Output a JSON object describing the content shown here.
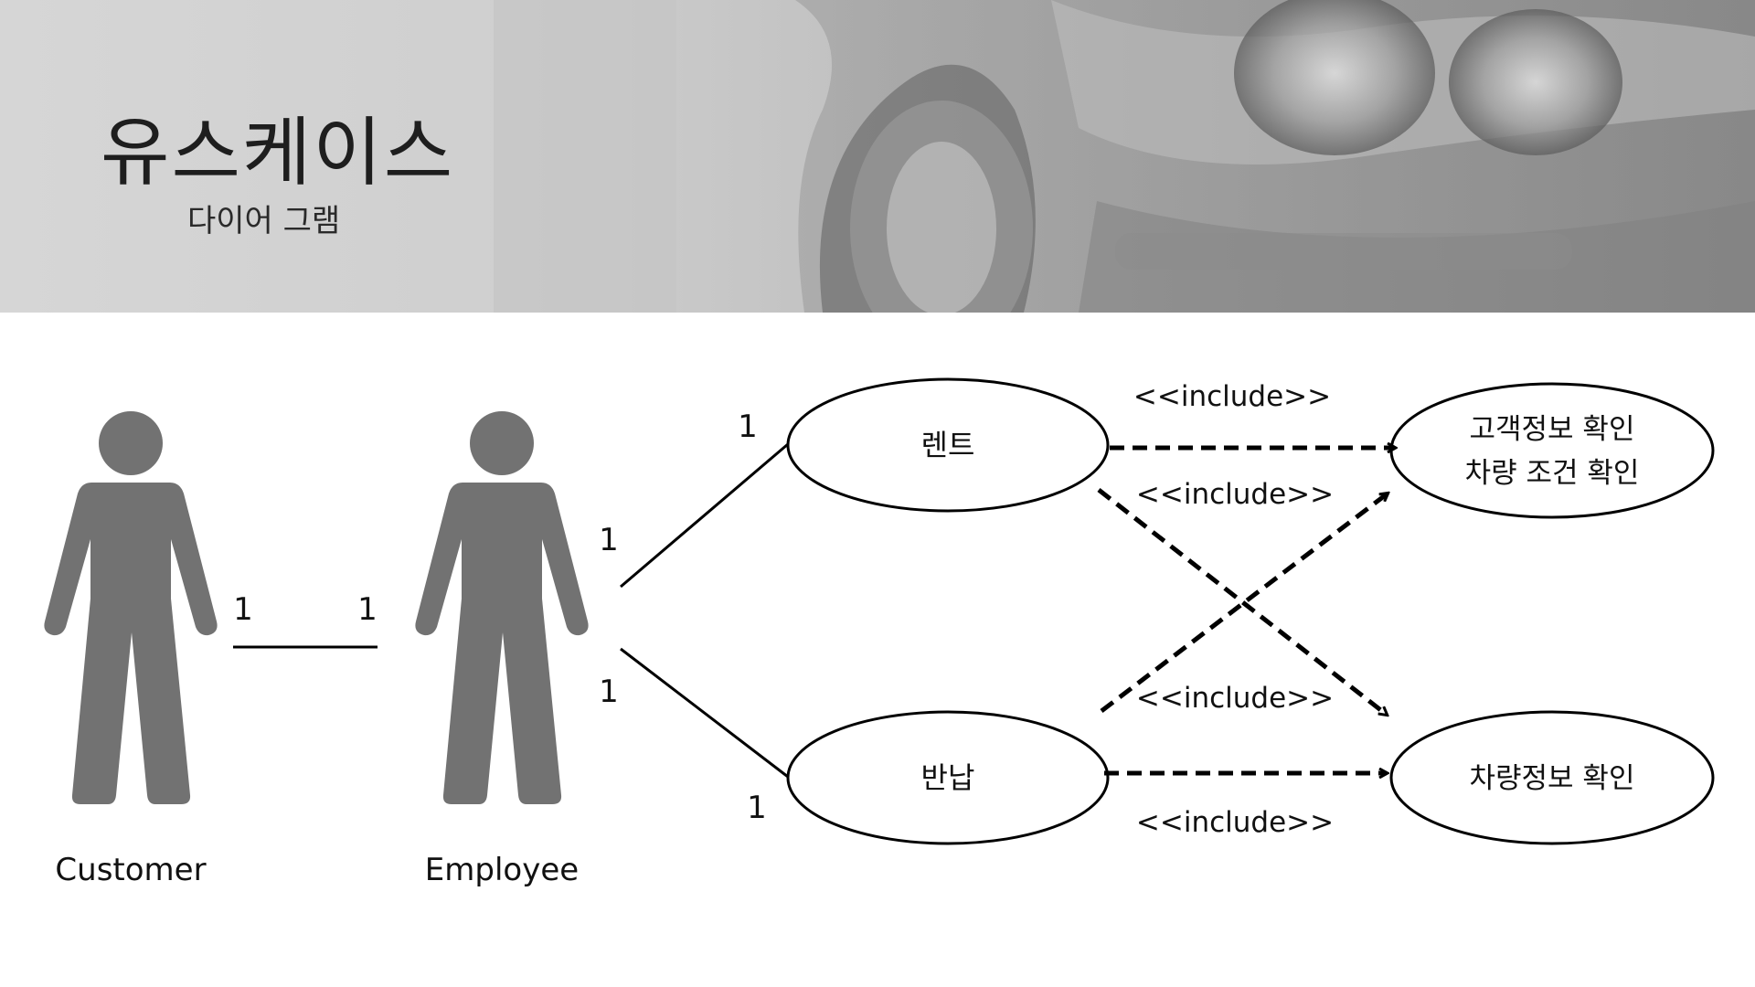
{
  "header": {
    "title": "유스케이스",
    "subtitle": "다이어 그램"
  },
  "actors": [
    {
      "label": "Customer"
    },
    {
      "label": "Employee"
    }
  ],
  "multiplicities": {
    "customer_employee_left": "1",
    "customer_employee_right": "1",
    "employee_rent": "1",
    "rent_end": "1",
    "employee_return": "1",
    "return_end": "1"
  },
  "use_cases": {
    "rent": "렌트",
    "return": "반납",
    "customer_check_line1": "고객정보 확인",
    "customer_check_line2": "차량 조건 확인",
    "vehicle_check": "차량정보 확인"
  },
  "relations": {
    "include_1": "<<include>>",
    "include_2": "<<include>>",
    "include_3": "<<include>>",
    "include_4": "<<include>>"
  },
  "colors": {
    "actor_fill": "#727272",
    "line": "#000000"
  }
}
